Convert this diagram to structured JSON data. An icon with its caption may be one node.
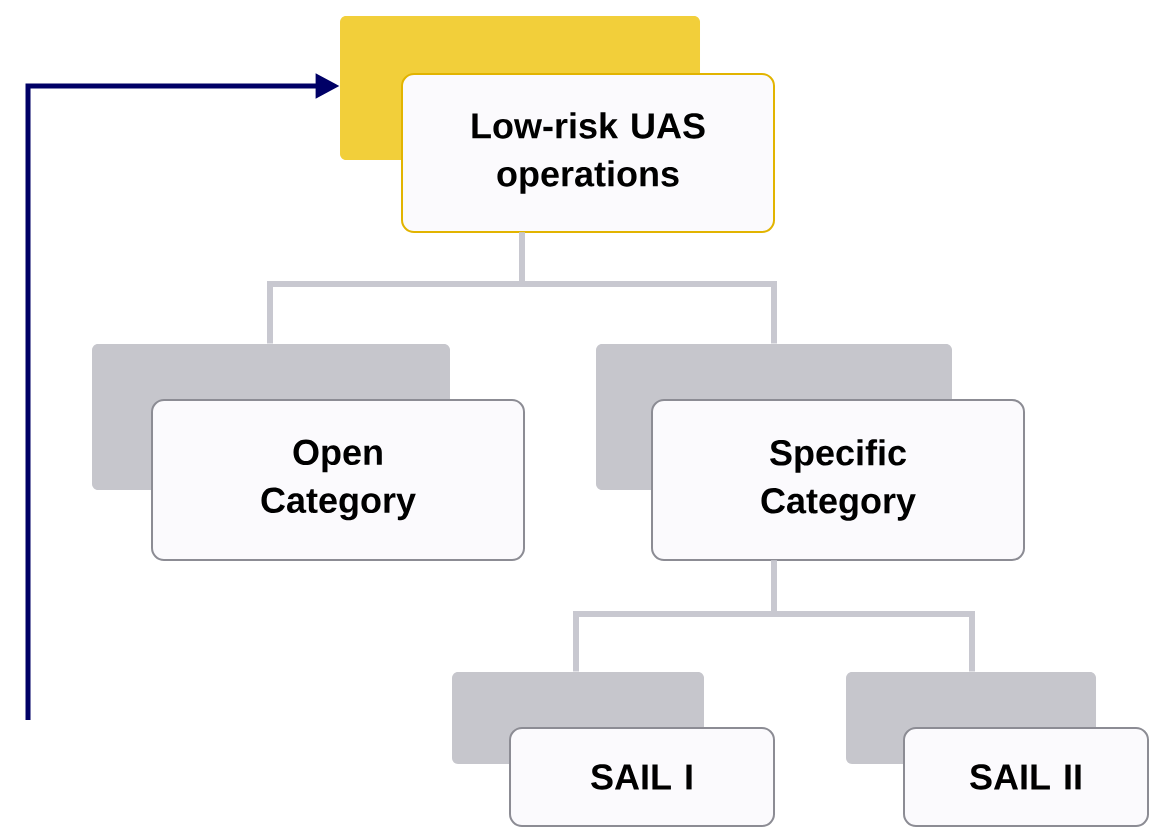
{
  "diagram": {
    "nodes": [
      {
        "text": [
          "Low-risk UAS operations"
        ]
      },
      {
        "text": [
          "Open Category"
        ]
      },
      {
        "text": [
          "Specific Category"
        ]
      },
      {
        "text": [
          "SAIL I"
        ]
      },
      {
        "text": [
          "SAIL II"
        ]
      }
    ],
    "edges": [
      {
        "from": 0,
        "to": 1,
        "arrow": "none"
      },
      {
        "from": 0,
        "to": 2,
        "arrow": "none"
      },
      {
        "from": 2,
        "to": 3,
        "arrow": "none"
      },
      {
        "from": 2,
        "to": 4,
        "arrow": "none"
      },
      {
        "from": null,
        "to": 0,
        "arrow": "to",
        "color": "#000066"
      }
    ]
  }
}
